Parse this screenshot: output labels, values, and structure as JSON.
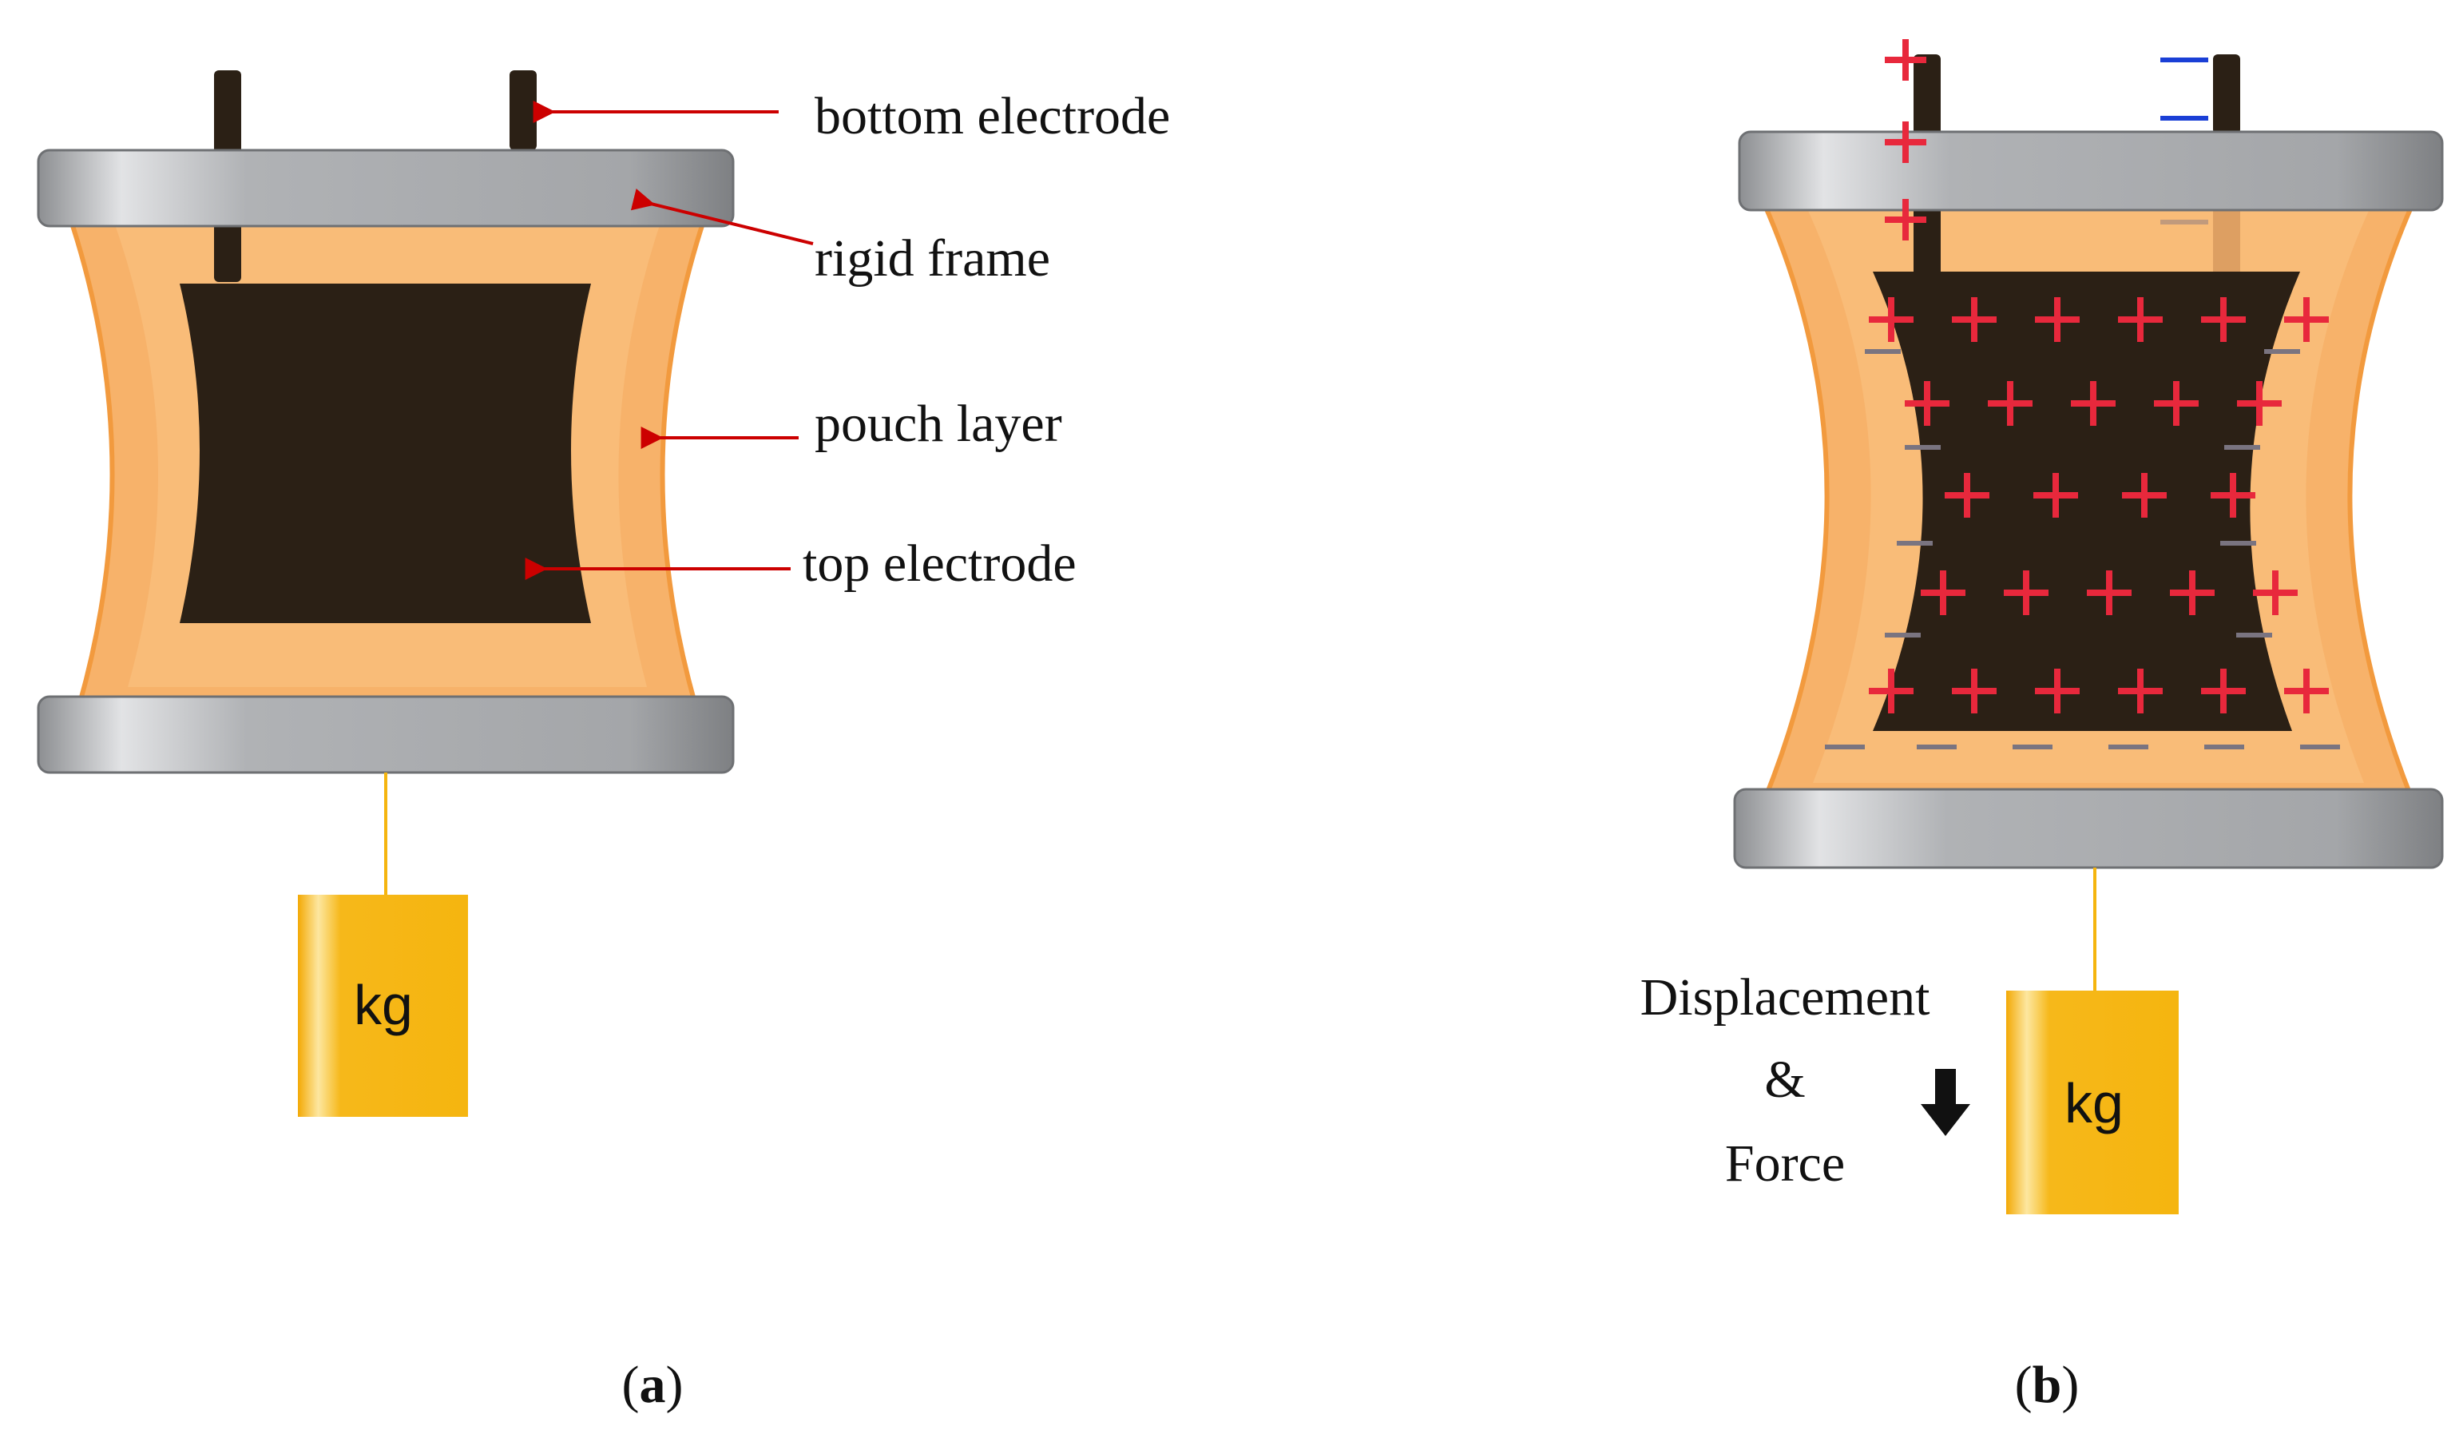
{
  "panel_a": {
    "caption_open": "(",
    "caption_letter": "a",
    "caption_close": ")",
    "labels": {
      "bottom_electrode": "bottom electrode",
      "rigid_frame": "rigid frame",
      "pouch_layer": "pouch layer",
      "top_electrode": "top electrode"
    },
    "weight_label": "kg"
  },
  "panel_b": {
    "caption_open": "(",
    "caption_letter": "b",
    "caption_close": ")",
    "displacement_line1": "Displacement",
    "displacement_line2": "&",
    "displacement_line3": "Force",
    "weight_label": "kg"
  },
  "colors": {
    "frame": "#a7a9ac",
    "pouch": "#f7b26a",
    "electrode": "#2b2015",
    "arrow": "#cc0000",
    "plus": "#e8283c",
    "minus_blue": "#1a3fd6",
    "weight": "#f5b50f"
  }
}
